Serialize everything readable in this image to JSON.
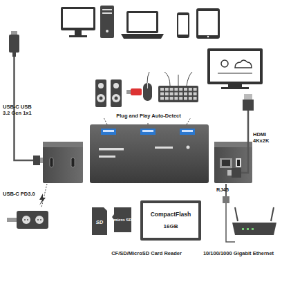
{
  "diagram": {
    "nodes": [
      {
        "text": [
          "SD"
        ]
      },
      {
        "text": [
          "micro SD"
        ]
      },
      {
        "text": [
          "CompactFlash",
          "16GB"
        ]
      }
    ],
    "labels": [
      "USB-C USB 3.2 Gen 1x1",
      "Plug and Play Auto-Detect",
      "HDMI 4Kx2K",
      "RJ45",
      "USB-C PD3.0",
      "CF/SD/MicroSD Card Reader",
      "10/100/1000 Gigabit Ethernet"
    ]
  }
}
